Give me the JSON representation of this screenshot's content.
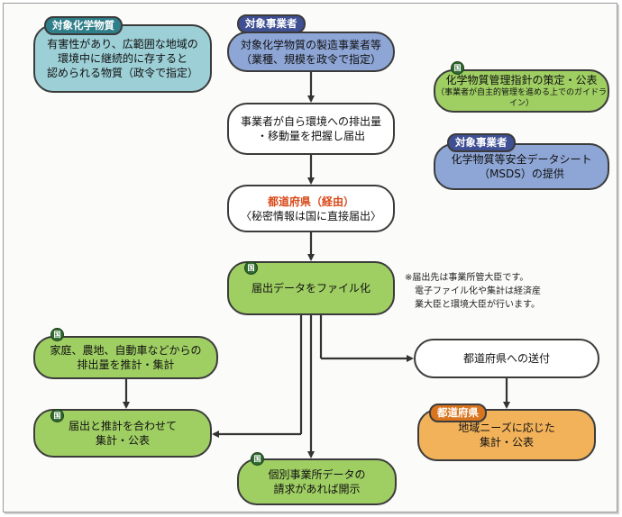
{
  "chemicals": {
    "tag": "対象化学物質",
    "line1": "有害性があり、広範囲な地域の",
    "line2": "環境中に継続的に存すると",
    "line3": "認められる物質（政令で指定）"
  },
  "business": {
    "tag": "対象事業者",
    "line1": "対象化学物質の製造事業者等",
    "line2": "（業種、規模を政令で指定）"
  },
  "report": {
    "line1": "事業者が自ら環境への排出量",
    "line2": "・移動量を把握し届出"
  },
  "prefecture_via": {
    "title": "都道府県（経由）",
    "line2": "〈秘密情報は国に直接届出〉"
  },
  "file_data": {
    "badge": "国",
    "label": "届出データをファイル化"
  },
  "note": {
    "line1": "※届出先は事業所管大臣です。",
    "line2": "電子ファイル化や集計は経済産",
    "line3": "業大臣と環境大臣が行います。"
  },
  "guideline": {
    "badge": "国",
    "line1": "化学物質管理指針の策定・公表",
    "line2": "（事業者が自主的管理を進める上でのガイドライン）"
  },
  "msds": {
    "tag": "対象事業者",
    "line1": "化学物質等安全データシート",
    "line2": "（MSDS）の提供"
  },
  "household": {
    "badge": "国",
    "line1": "家庭、農地、自動車などからの",
    "line2": "排出量を推計・集計"
  },
  "combine": {
    "badge": "国",
    "line1": "届出と推計を合わせて",
    "line2": "集計・公表"
  },
  "disclose": {
    "badge": "国",
    "line1": "個別事業所データの",
    "line2": "請求があれば開示"
  },
  "send": {
    "label": "都道府県への送付"
  },
  "local": {
    "tag": "都道府県",
    "line1": "地域ニーズに応じた",
    "line2": "集計・公表"
  },
  "colors": {
    "blue": "#8ea6d6",
    "cyan": "#9ccfd6",
    "green": "#9fce63",
    "orange": "#f2b25a",
    "navy": "#3f4f93",
    "red": "#d94a1a"
  }
}
